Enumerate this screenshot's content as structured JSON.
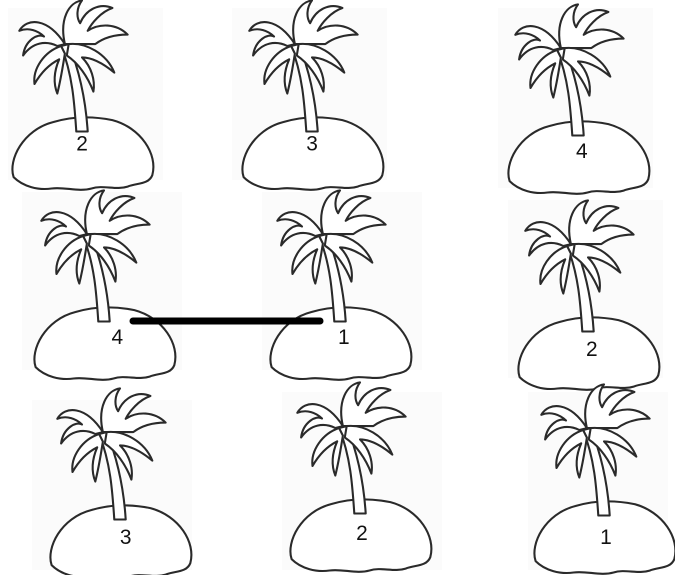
{
  "puzzle": {
    "islands": [
      {
        "id": "island-1",
        "number": "2"
      },
      {
        "id": "island-2",
        "number": "3"
      },
      {
        "id": "island-3",
        "number": "4"
      },
      {
        "id": "island-4",
        "number": "4"
      },
      {
        "id": "island-5",
        "number": "1"
      },
      {
        "id": "island-6",
        "number": "2"
      },
      {
        "id": "island-7",
        "number": "3"
      },
      {
        "id": "island-8",
        "number": "2"
      },
      {
        "id": "island-9",
        "number": "1"
      }
    ],
    "bridges": [
      {
        "from": "island-4",
        "to": "island-5"
      }
    ],
    "colors": {
      "outline": "#2a2a2a",
      "bridge": "#000000",
      "background": "#ffffff"
    }
  }
}
